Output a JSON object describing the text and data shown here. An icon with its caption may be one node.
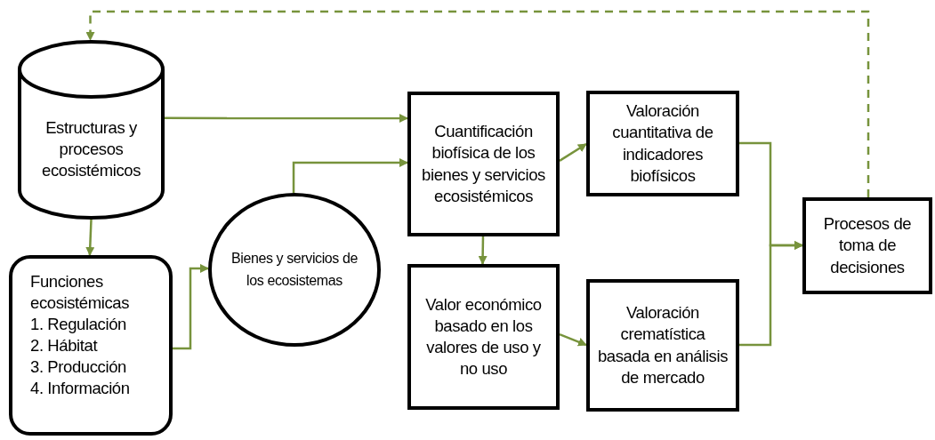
{
  "diagram": {
    "nodes": [
      {
        "text": [
          "Estructuras y procesos ecosistémicos"
        ]
      },
      {
        "text": [
          "Funciones ecosistémicas",
          "1. Regulación",
          "2. Hábitat",
          "3. Producción",
          "4. Información"
        ]
      },
      {
        "text": [
          "Bienes y servicios de los ecosistemas"
        ]
      },
      {
        "text": [
          "Cuantificación biofísica de los bienes y servicios ecosistémicos"
        ]
      },
      {
        "text": [
          "Valor económico basado en los valores de uso y no uso"
        ]
      },
      {
        "text": [
          "Valoración cuantitativa de indicadores biofísicos"
        ]
      },
      {
        "text": [
          "Valoración crematística basada en análisis de mercado"
        ]
      },
      {
        "text": [
          "Procesos de toma de decisiones"
        ]
      }
    ],
    "edges": [
      {
        "from": 0,
        "to": 3,
        "arrow": "to"
      },
      {
        "from": 0,
        "to": 1,
        "arrow": "to"
      },
      {
        "from": 1,
        "to": 2,
        "arrow": "to"
      },
      {
        "from": 2,
        "to": 3,
        "arrow": "to"
      },
      {
        "from": 3,
        "to": 5,
        "arrow": "to"
      },
      {
        "from": 3,
        "to": 4,
        "arrow": "to"
      },
      {
        "from": 4,
        "to": 6,
        "arrow": "to"
      },
      {
        "from": 5,
        "to": 7,
        "arrow": "to"
      },
      {
        "from": 6,
        "to": 7,
        "arrow": "to"
      },
      {
        "from": 7,
        "to": 0,
        "arrow": "to",
        "style": "dashed"
      }
    ]
  }
}
